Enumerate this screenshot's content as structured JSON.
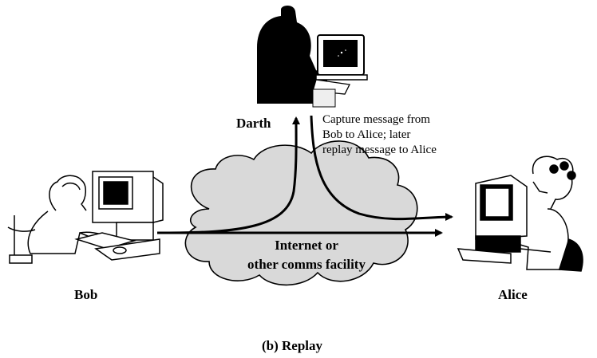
{
  "labels": {
    "darth": "Darth",
    "bob": "Bob",
    "alice": "Alice"
  },
  "annotation": {
    "line1": "Capture message from",
    "line2": "Bob to Alice; later",
    "line3": "replay message to Alice"
  },
  "cloud": {
    "line1": "Internet or",
    "line2": "other comms facility"
  },
  "caption": "(b) Replay",
  "icons": [
    "darth-computer-icon",
    "bob-computer-icon",
    "alice-computer-icon",
    "network-cloud-icon"
  ]
}
